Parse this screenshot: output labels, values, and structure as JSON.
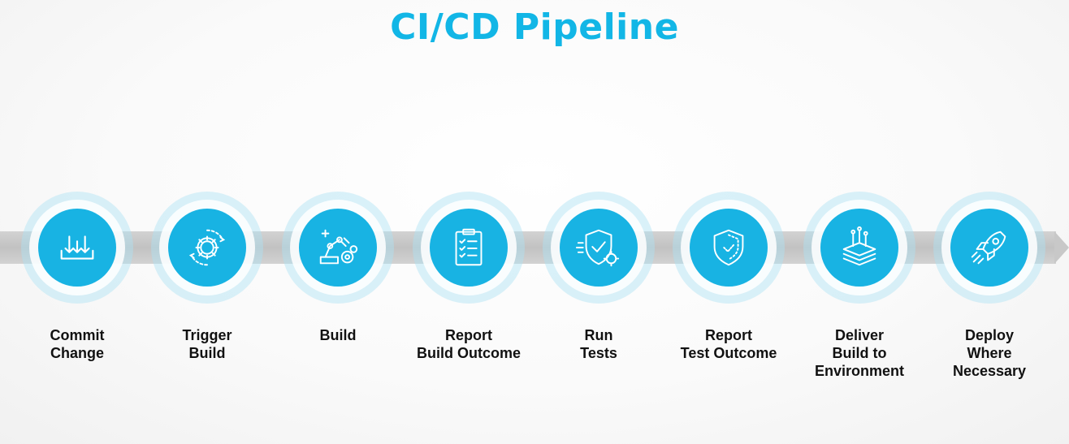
{
  "title": "CI/CD Pipeline",
  "colors": {
    "accent": "#18b3e3",
    "title": "#12b6e6",
    "halo": "#ade2f5",
    "track": "#c8c8c8"
  },
  "steps": [
    {
      "icon": "download-arrows-icon",
      "lines": [
        "Commit",
        "Change"
      ]
    },
    {
      "icon": "gear-trigger-icon",
      "lines": [
        "Trigger",
        "Build"
      ]
    },
    {
      "icon": "robot-arm-gears-icon",
      "lines": [
        "Build"
      ]
    },
    {
      "icon": "clipboard-checklist-icon",
      "lines": [
        "Report",
        "Build Outcome"
      ]
    },
    {
      "icon": "shield-check-gear-icon",
      "lines": [
        "Run",
        "Tests"
      ]
    },
    {
      "icon": "shield-outline-icon",
      "lines": [
        "Report",
        "Test Outcome"
      ]
    },
    {
      "icon": "layered-stack-icon",
      "lines": [
        "Deliver",
        "Build to",
        "Environment"
      ]
    },
    {
      "icon": "rocket-icon",
      "lines": [
        "Deploy",
        "Where",
        "Necessary"
      ]
    }
  ]
}
